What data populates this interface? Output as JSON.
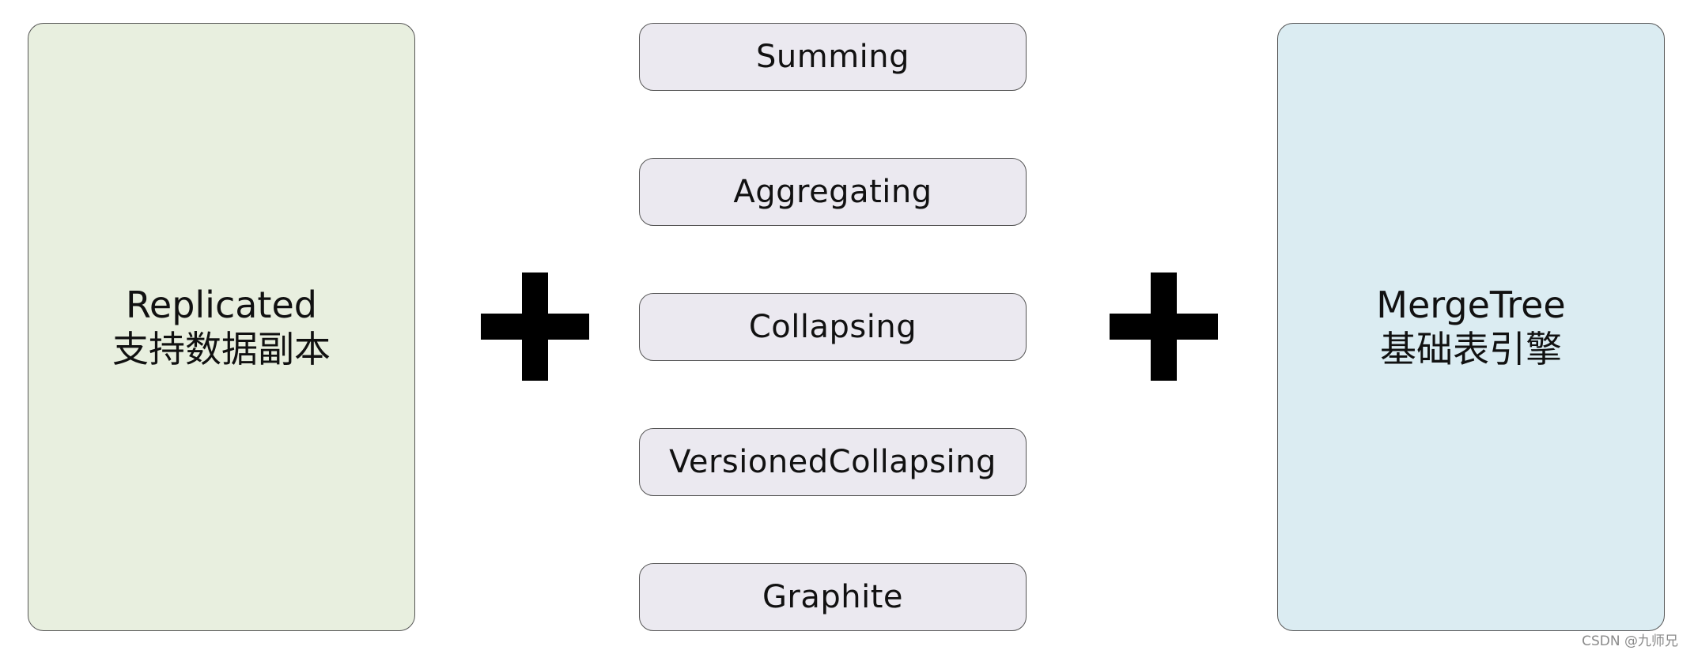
{
  "colors": {
    "left_box_fill": "#e8efdf",
    "right_box_fill": "#dbecf2",
    "engine_box_fill": "#ebe9f0",
    "plus_color": "#000000"
  },
  "left_box": {
    "line1": "Replicated",
    "line2": "支持数据副本"
  },
  "right_box": {
    "line1": "MergeTree",
    "line2": "基础表引擎"
  },
  "engines": [
    "Summing",
    "Aggregating",
    "Collapsing",
    "VersionedCollapsing",
    "Graphite"
  ],
  "watermark": "CSDN @九师兄"
}
